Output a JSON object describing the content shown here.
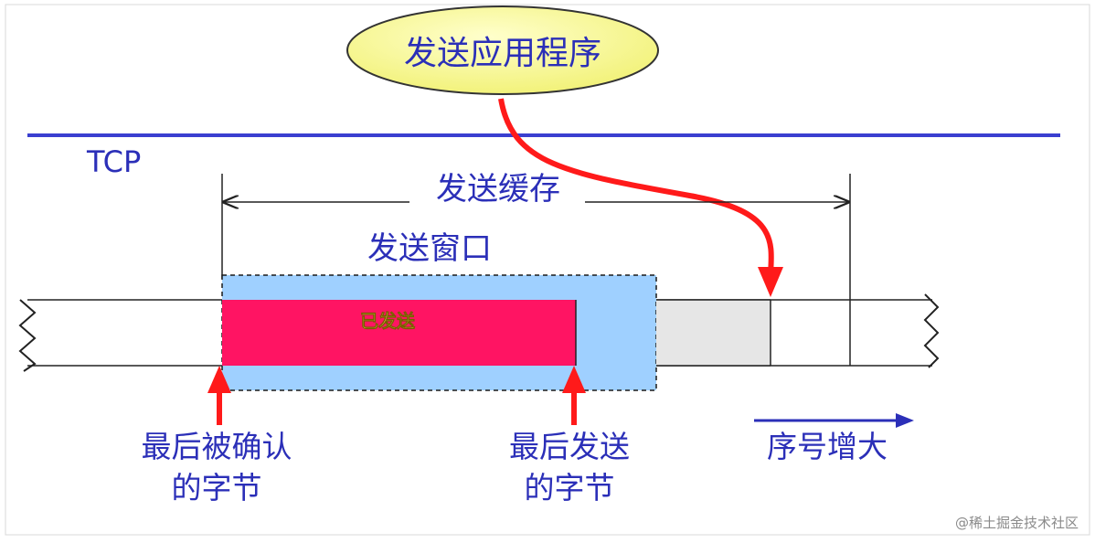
{
  "diagram": {
    "app_label": "发送应用程序",
    "layer_label": "TCP",
    "send_buffer_label": "发送缓存",
    "send_window_label": "发送窗口",
    "sent_label": "已发送",
    "last_acked_line1": "最后被确认",
    "last_acked_line2": "的字节",
    "last_sent_line1": "最后发送",
    "last_sent_line2": "的字节",
    "seq_increase_label": "序号增大"
  },
  "colors": {
    "blue_text": "#2b2fb8",
    "layer_line": "#3a3fd0",
    "sent_fill": "#ff1463",
    "window_fill": "#9fd0ff",
    "pending_fill": "#e6e6e6",
    "arrow_red": "#ff1a1a",
    "bubble_fill": "#ffff99",
    "sent_text": "#ffff66"
  },
  "watermark": "@稀土掘金技术社区"
}
